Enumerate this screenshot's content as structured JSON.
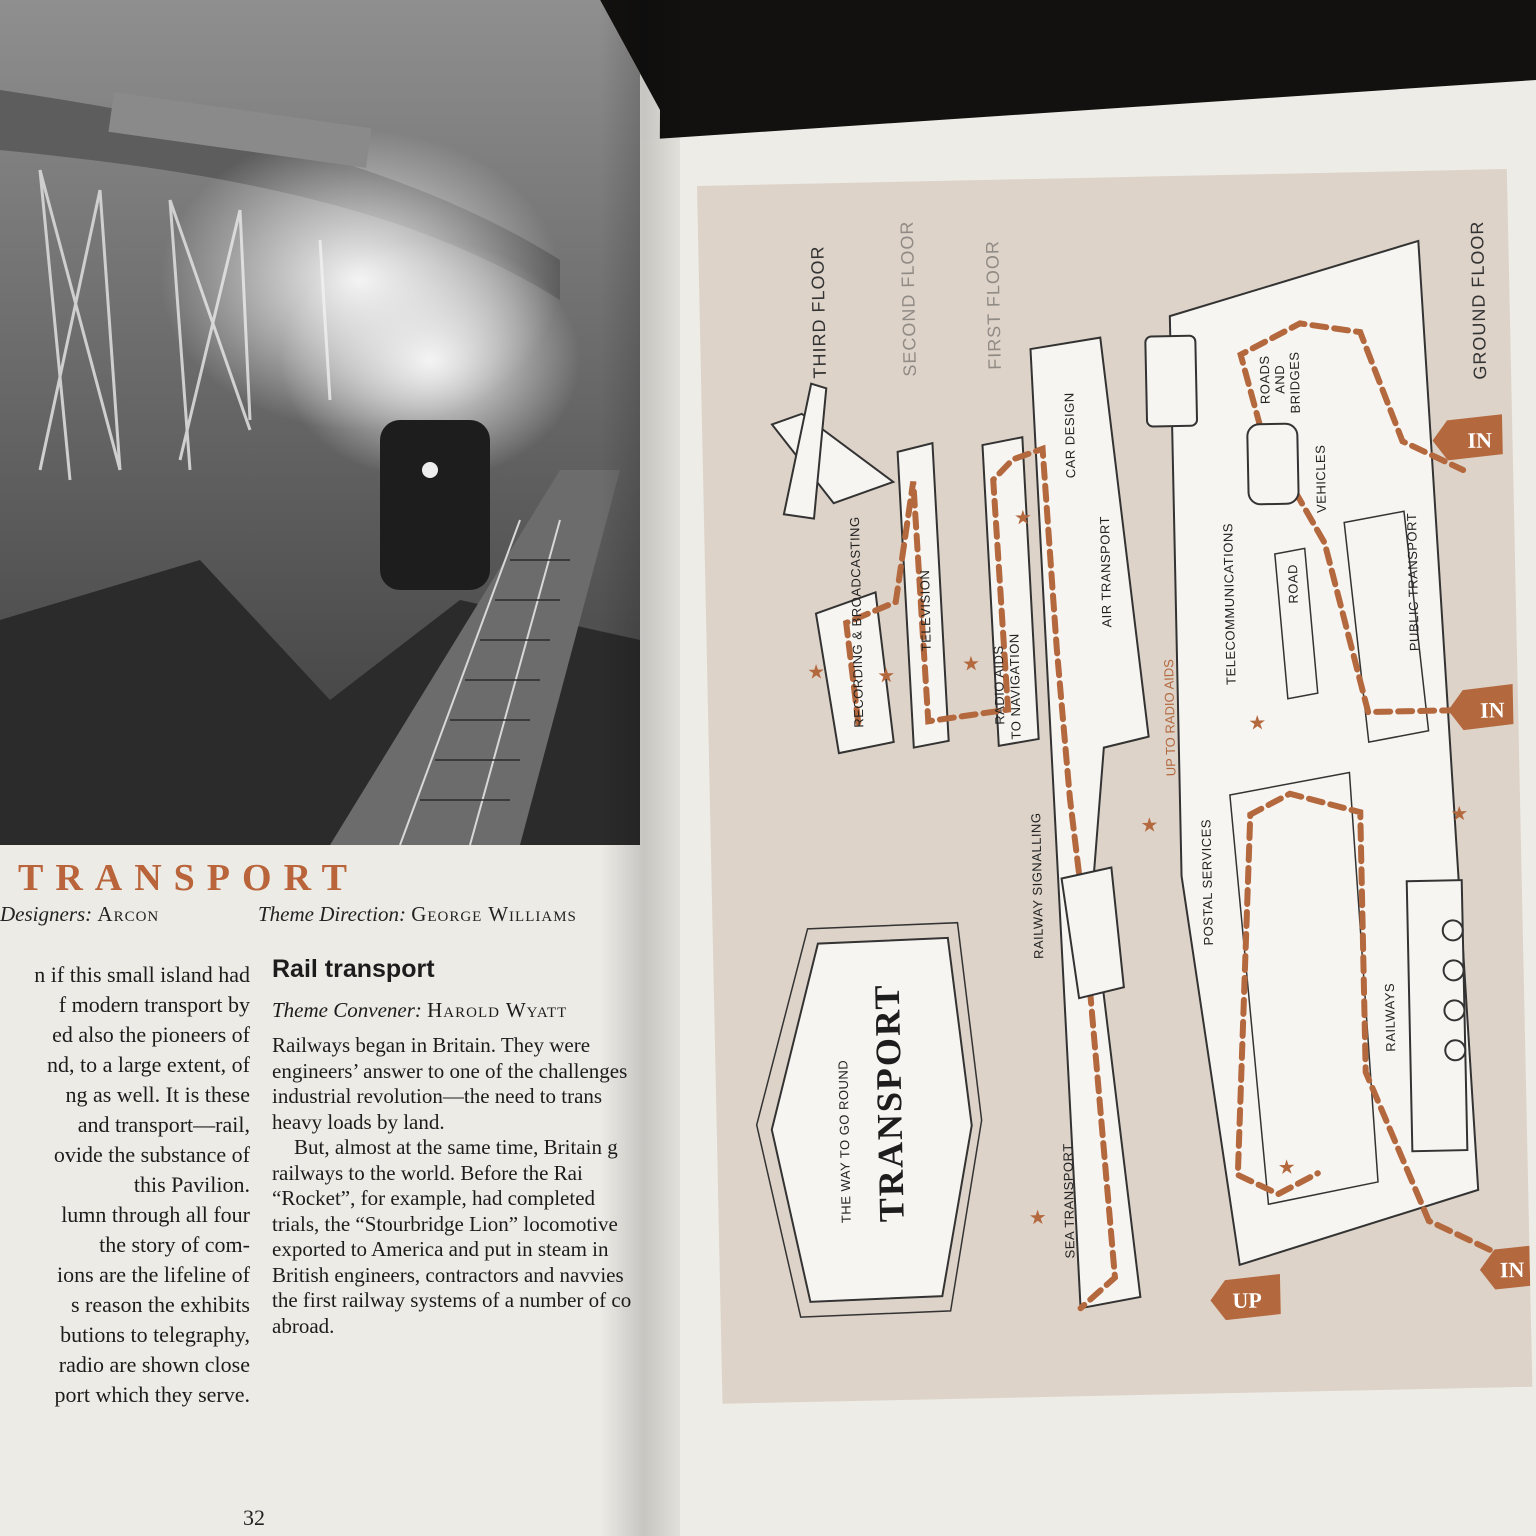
{
  "left_page": {
    "heading": "TRANSPORT",
    "designers_label": "Designers:",
    "designers_name": "Arcon",
    "theme_direction_label": "Theme Direction:",
    "theme_direction_name": "George Williams",
    "left_column_lines": [
      "n if this small island had",
      "f modern transport by",
      "ed also the pioneers of",
      "nd, to a large extent, of",
      "ng as well. It is these",
      "and transport—rail,",
      "ovide the substance of",
      "this Pavilion.",
      "lumn through all four",
      "the story of com-",
      "ions are the lifeline of",
      "s reason the exhibits",
      "butions to telegraphy,",
      "radio are shown close",
      "port which they serve."
    ],
    "rail_title": "Rail transport",
    "convener_label": "Theme Convener:",
    "convener_name": "Harold Wyatt",
    "body_lines": [
      "Railways began in Britain. They were",
      "engineers’ answer to one of the challenges",
      "industrial revolution—the need to trans",
      "heavy loads by land.",
      "But, almost at the same time, Britain g",
      "railways to the world. Before the Rai",
      "“Rocket”, for example, had completed",
      "trials, the “Stourbridge Lion” locomotive",
      "exported to America and put in steam in",
      "British engineers, contractors and navvies",
      "the first railway systems of a number of co",
      "abroad."
    ],
    "page_number": "32"
  },
  "plan": {
    "floors": [
      "THIRD FLOOR",
      "SECOND FLOOR",
      "FIRST FLOOR",
      "GROUND FLOOR"
    ],
    "zones": [
      "RECORDING & BROADCASTING",
      "TELEVISION",
      "RADIO AIDS",
      "TO NAVIGATION",
      "AIR TRANSPORT",
      "CAR DESIGN",
      "RAILWAY SIGNALLING",
      "SEA TRANSPORT",
      "TELECOMMUNICATIONS",
      "ROAD",
      "VEHICLES",
      "ROADS",
      "AND",
      "BRIDGES",
      "PUBLIC TRANSPORT",
      "POSTAL SERVICES",
      "RAILWAYS"
    ],
    "up_to_radio_aids": "UP TO RADIO AIDS",
    "entrance_badges": [
      "IN",
      "IN",
      "IN"
    ],
    "up_badge": "UP",
    "sign_small": "THE WAY TO GO ROUND",
    "sign_big": "TRANSPORT",
    "colors": {
      "route": "#b4683e",
      "plan_bg": "#ddd3c9"
    }
  }
}
